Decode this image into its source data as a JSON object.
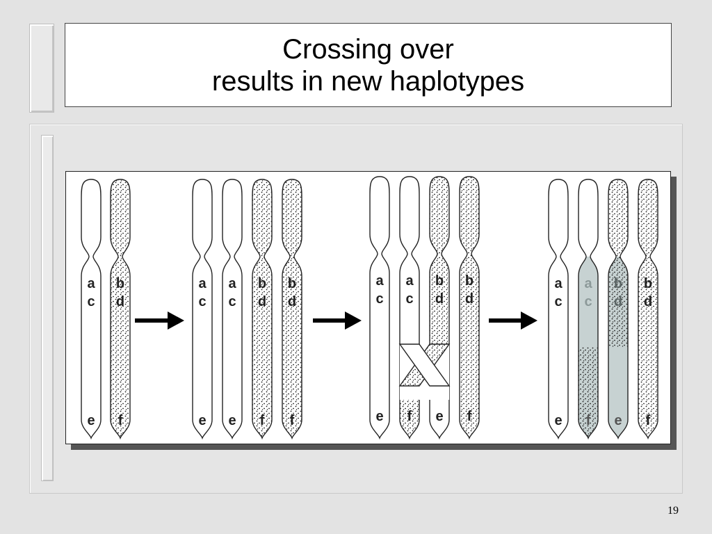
{
  "slide": {
    "title_line1": "Crossing over",
    "title_line2": "results in new haplotypes",
    "page_number": "19"
  },
  "colors": {
    "stroke": "#222222",
    "dots": "#1a1a1a",
    "highlight": "#c7d2d2",
    "arrow": "#000000"
  },
  "diagram": {
    "stages": [
      {
        "name": "stage-1",
        "chromosomes": [
          {
            "name": "chromosome-1-1",
            "fill": "plain",
            "labels": {
              "upper1": "a",
              "upper2": "c",
              "lower": "e"
            }
          },
          {
            "name": "chromosome-1-2",
            "fill": "dots",
            "labels": {
              "upper1": "b",
              "upper2": "d",
              "lower": "f"
            }
          }
        ]
      },
      {
        "name": "stage-2",
        "chromosomes": [
          {
            "name": "chromosome-2-1",
            "fill": "plain",
            "labels": {
              "upper1": "a",
              "upper2": "c",
              "lower": "e"
            }
          },
          {
            "name": "chromosome-2-2",
            "fill": "plain",
            "labels": {
              "upper1": "a",
              "upper2": "c",
              "lower": "e"
            }
          },
          {
            "name": "chromosome-2-3",
            "fill": "dots",
            "labels": {
              "upper1": "b",
              "upper2": "d",
              "lower": "f"
            }
          },
          {
            "name": "chromosome-2-4",
            "fill": "dots",
            "labels": {
              "upper1": "b",
              "upper2": "d",
              "lower": "f"
            }
          }
        ]
      },
      {
        "name": "stage-3",
        "chromosomes": [
          {
            "name": "chromosome-3-1",
            "fill": "plain",
            "labels": {
              "upper1": "a",
              "upper2": "c",
              "lower": "e"
            }
          },
          {
            "name": "chromosome-3-2",
            "fill": "plain",
            "labels": {
              "upper1": "a",
              "upper2": "c",
              "lower": "f"
            }
          },
          {
            "name": "chromosome-3-3",
            "fill": "dots",
            "labels": {
              "upper1": "b",
              "upper2": "d",
              "lower": "e"
            }
          },
          {
            "name": "chromosome-3-4",
            "fill": "dots",
            "labels": {
              "upper1": "b",
              "upper2": "d",
              "lower": "f"
            }
          }
        ]
      },
      {
        "name": "stage-4",
        "chromosomes": [
          {
            "name": "chromosome-4-1",
            "fill": "plain",
            "labels": {
              "upper1": "a",
              "upper2": "c",
              "lower": "e"
            }
          },
          {
            "name": "chromosome-4-2",
            "fill": "recombinant-plain-top",
            "labels": {
              "upper1": "a",
              "upper2": "c",
              "lower": "f"
            }
          },
          {
            "name": "chromosome-4-3",
            "fill": "recombinant-dots-top",
            "labels": {
              "upper1": "b",
              "upper2": "d",
              "lower": "e"
            }
          },
          {
            "name": "chromosome-4-4",
            "fill": "dots",
            "labels": {
              "upper1": "b",
              "upper2": "d",
              "lower": "f"
            }
          }
        ]
      }
    ]
  }
}
